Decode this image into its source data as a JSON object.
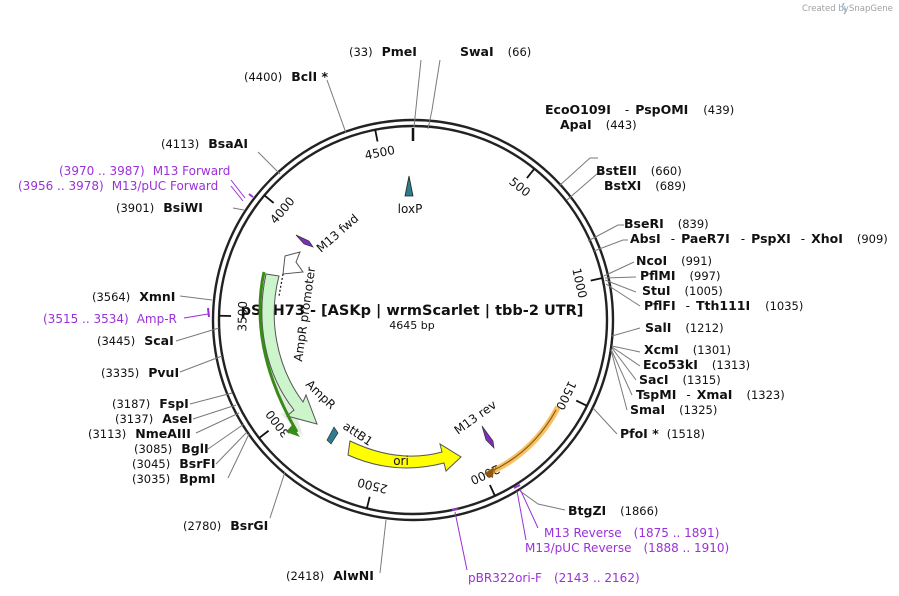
{
  "credit": {
    "prefix": "Created by",
    "brand": "SnapGene",
    "logo_icon": "snapgene-logo-icon"
  },
  "title": "pSAH73 - [ASKp | wrmScarlet | tbb-2 UTR]",
  "length_label": "4645 bp",
  "plasmid_length": 4645,
  "ruler_ticks": [
    "500",
    "1000",
    "1500",
    "2000",
    "2500",
    "3000",
    "3500",
    "4000",
    "4500"
  ],
  "sites": [
    {
      "id": "pmei",
      "pos": "(33)",
      "name": "PmeI"
    },
    {
      "id": "swai",
      "name": "SwaI",
      "pos": "(66)"
    },
    {
      "id": "bcli",
      "pos": "(4400)",
      "name": "BclI *"
    },
    {
      "id": "bsaai",
      "pos": "(4113)",
      "name": "BsaAI"
    },
    {
      "id": "bsiwi",
      "pos": "(3901)",
      "name": "BsiWI"
    },
    {
      "id": "eco109",
      "name": "EcoO109I",
      "sep": "-",
      "name2": "PspOMI",
      "pos": "(439)"
    },
    {
      "id": "apai",
      "name": "ApaI",
      "pos": "(443)"
    },
    {
      "id": "bsteii",
      "name": "BstEII",
      "pos": "(660)"
    },
    {
      "id": "bstxi",
      "name": "BstXI",
      "pos": "(689)"
    },
    {
      "id": "bseri",
      "name": "BseRI",
      "pos": "(839)"
    },
    {
      "id": "absi",
      "name": "AbsI",
      "sep": "-",
      "name2": "PaeR7I",
      "sep2": "-",
      "name3": "PspXI",
      "sep3": "-",
      "name4": "XhoI",
      "pos": "(909)"
    },
    {
      "id": "ncoi",
      "name": "NcoI",
      "pos": "(991)"
    },
    {
      "id": "pflmi",
      "name": "PflMI",
      "pos": "(997)"
    },
    {
      "id": "stui",
      "name": "StuI",
      "pos": "(1005)"
    },
    {
      "id": "pflfi",
      "name": "PflFI",
      "sep": "-",
      "name2": "Tth111I",
      "pos": "(1035)"
    },
    {
      "id": "sali",
      "name": "SalI",
      "pos": "(1212)"
    },
    {
      "id": "xcmi",
      "name": "XcmI",
      "pos": "(1301)"
    },
    {
      "id": "eco53ki",
      "name": "Eco53kI",
      "pos": "(1313)"
    },
    {
      "id": "saci",
      "name": "SacI",
      "pos": "(1315)"
    },
    {
      "id": "tspmi",
      "name": "TspMI",
      "sep": "-",
      "name2": "XmaI",
      "pos": "(1323)"
    },
    {
      "id": "smai",
      "name": "SmaI",
      "pos": "(1325)"
    },
    {
      "id": "pfoi",
      "name": "PfoI *",
      "pos": "(1518)"
    },
    {
      "id": "btgzi",
      "name": "BtgZI",
      "pos": "(1866)"
    },
    {
      "id": "xmni",
      "pos": "(3564)",
      "name": "XmnI"
    },
    {
      "id": "scai",
      "pos": "(3445)",
      "name": "ScaI"
    },
    {
      "id": "pvui",
      "pos": "(3335)",
      "name": "PvuI"
    },
    {
      "id": "fspi",
      "pos": "(3187)",
      "name": "FspI"
    },
    {
      "id": "asei",
      "pos": "(3137)",
      "name": "AseI"
    },
    {
      "id": "nmeaiii",
      "pos": "(3113)",
      "name": "NmeAIII"
    },
    {
      "id": "bgli",
      "pos": "(3085)",
      "name": "BglI"
    },
    {
      "id": "bsrfi",
      "pos": "(3045)",
      "name": "BsrFI"
    },
    {
      "id": "bpmi",
      "pos": "(3035)",
      "name": "BpmI"
    },
    {
      "id": "bsrgi",
      "pos": "(2780)",
      "name": "BsrGI"
    },
    {
      "id": "alwni",
      "pos": "(2418)",
      "name": "AlwNI"
    }
  ],
  "primers": [
    {
      "id": "m13fwd_site",
      "range": "(3970 .. 3987)",
      "name": "M13 Forward"
    },
    {
      "id": "m13puc_fwd",
      "range": "(3956 .. 3978)",
      "name": "M13/pUC Forward"
    },
    {
      "id": "ampr_primer",
      "range": "(3515 .. 3534)",
      "name": "Amp-R"
    },
    {
      "id": "m13rev_site",
      "name": "M13 Reverse",
      "range": "(1875 .. 1891)"
    },
    {
      "id": "m13puc_rev",
      "name": "M13/pUC Reverse",
      "range": "(1888 .. 1910)"
    },
    {
      "id": "pbr322",
      "name": "pBR322ori-F",
      "range": "(2143 .. 2162)"
    }
  ],
  "features": [
    {
      "id": "loxp",
      "label": "loxP",
      "color": "#2e7d8c"
    },
    {
      "id": "m13fwd",
      "label": "M13 fwd",
      "color": "#7b2fb8"
    },
    {
      "id": "amprpromoter",
      "label": "AmpR promoter",
      "color": "#ffffff"
    },
    {
      "id": "ampr",
      "label": "AmpR",
      "color": "#ccf5cc"
    },
    {
      "id": "attb1",
      "label": "attB1",
      "color": "#2e7d8c"
    },
    {
      "id": "ori",
      "label": "ori",
      "color": "#ffff00"
    },
    {
      "id": "m13rev",
      "label": "M13 rev",
      "color": "#7b2fb8"
    }
  ],
  "colors": {
    "backbone": "#222222",
    "primer": "#9b30d9",
    "lead": "#7a7a7a",
    "orf_highlight": "#f4a621",
    "ampr_outline": "#3a8a1a"
  }
}
